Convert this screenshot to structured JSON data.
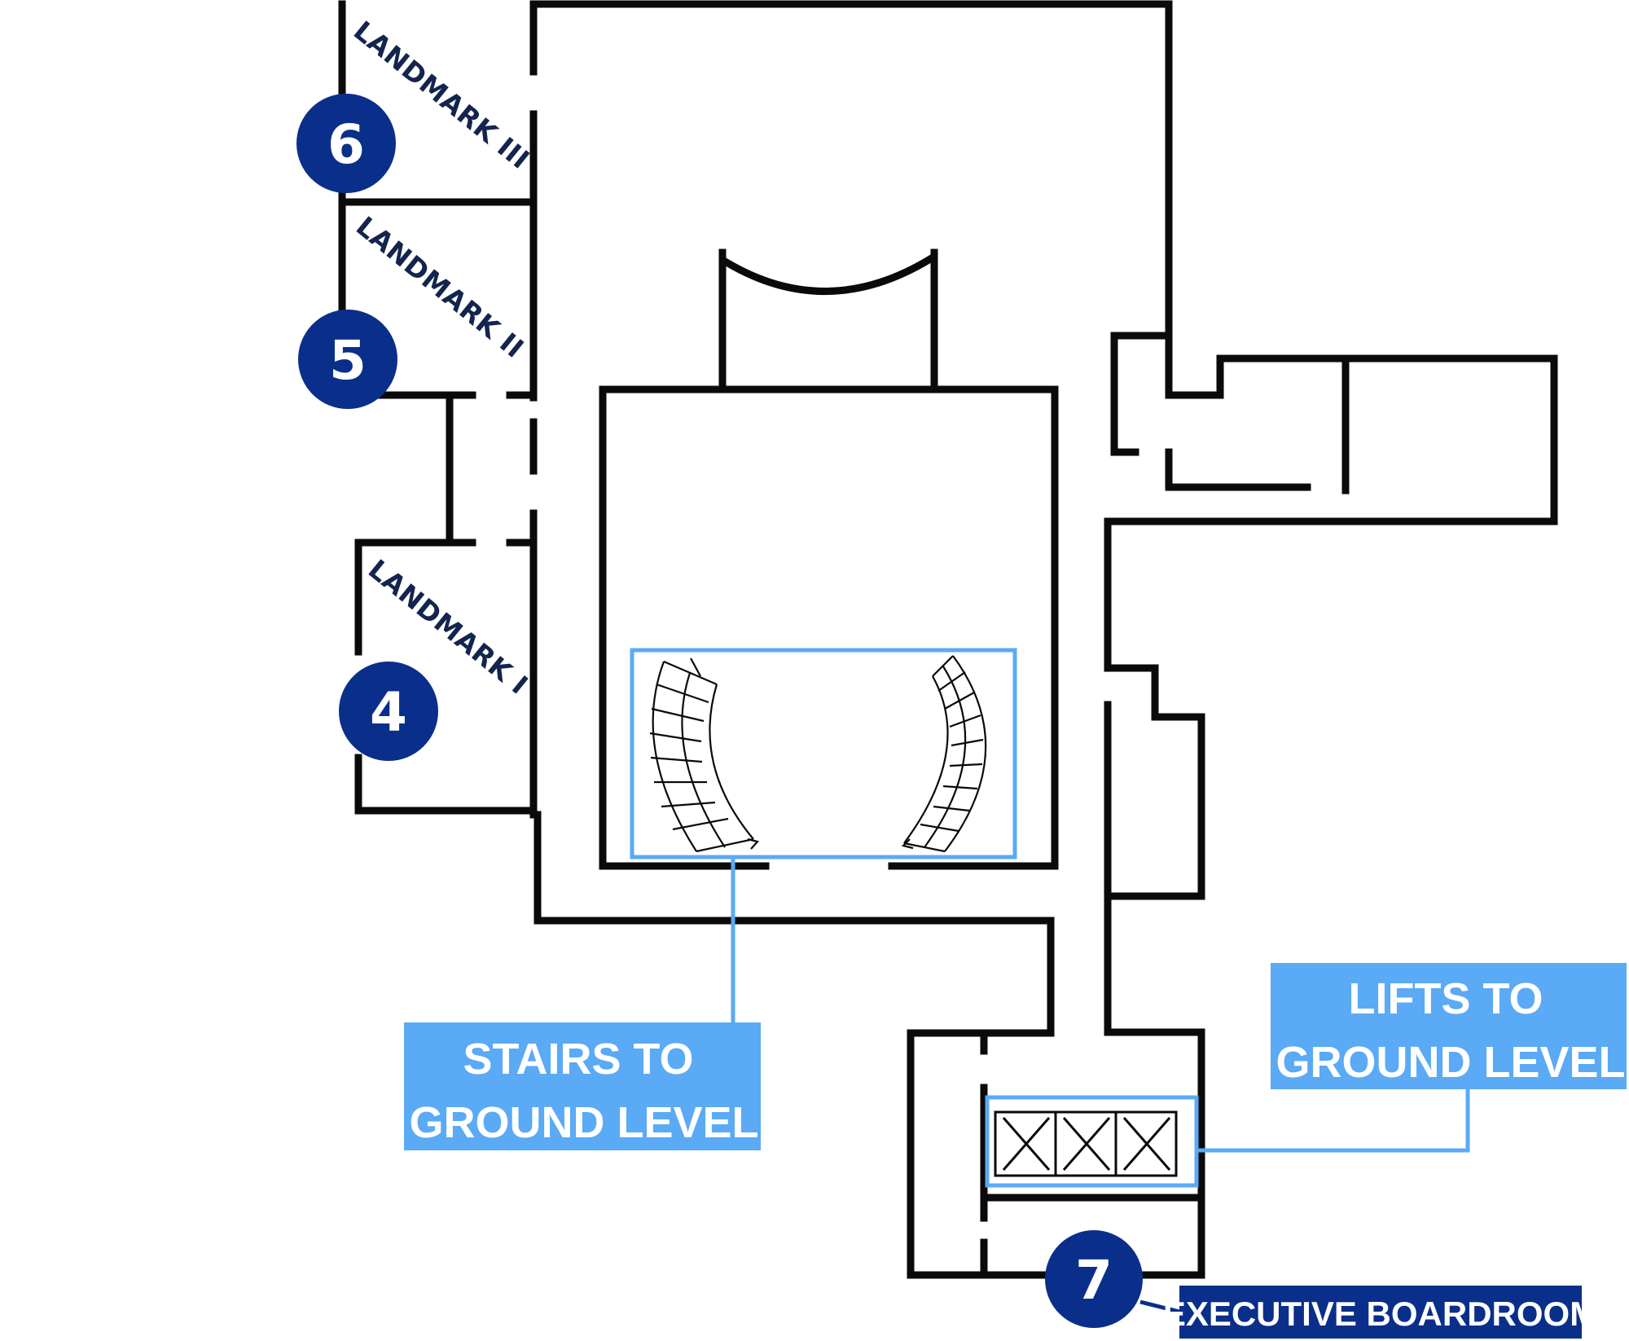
{
  "rooms": [
    {
      "id": "6",
      "name": "LANDMARK III"
    },
    {
      "id": "5",
      "name": "LANDMARK II"
    },
    {
      "id": "4",
      "name": "LANDMARK I"
    },
    {
      "id": "7",
      "name": "EXECUTIVE BOARDROOM"
    }
  ],
  "callouts": {
    "stairs": {
      "line1": "STAIRS TO",
      "line2": "GROUND LEVEL"
    },
    "lifts": {
      "line1": "LIFTS TO",
      "line2": "GROUND LEVEL"
    }
  },
  "colors": {
    "marker": "#0a2f8a",
    "highlight": "#5aaaf5",
    "walls": "#0a0a0a",
    "room_label": "#13254e"
  }
}
